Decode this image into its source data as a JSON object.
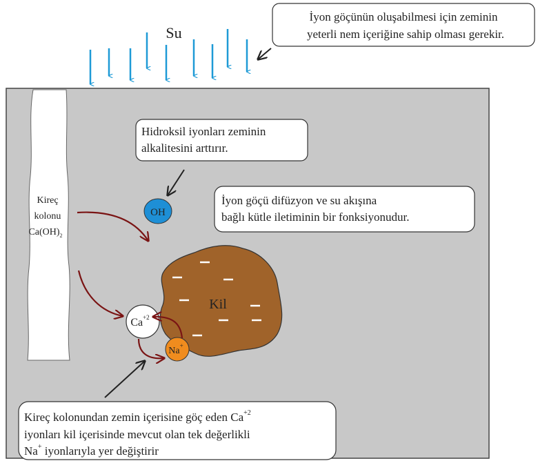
{
  "water_label": "Su",
  "callout_moisture": {
    "line1": "İyon göçünün oluşabilmesi için zeminin",
    "line2": "yeterli nem içeriğine sahip olması gerekir."
  },
  "callout_hydroxyl": {
    "line1": "Hidroksil iyonları zeminin",
    "line2": "alkalitesini arttırır."
  },
  "callout_migration": {
    "line1": "İyon göçü difüzyon ve su akışına",
    "line2": "bağlı kütle iletiminin bir fonksiyonudur."
  },
  "lime_column": {
    "line1": "Kireç",
    "line2": "kolonu",
    "line3_main": "Ca(OH)",
    "line3_sub": "2"
  },
  "oh_ion": "OH",
  "clay_label": "Kil",
  "ca_ion": {
    "symbol": "Ca",
    "charge": "+2"
  },
  "na_ion": {
    "symbol": "Na",
    "charge": "+"
  },
  "callout_exchange": {
    "line1_pre": "Kireç kolonundan zemin içerisine göç eden Ca",
    "line1_sup": "+2",
    "line2": "iyonları kil içerisinde mevcut olan tek değerlikli",
    "line3_sym": "Na",
    "line3_sup": "+",
    "line3_post": " iyonlarıyla yer değiştirir"
  },
  "colors": {
    "soil": "#c8c8c8",
    "water_arrows": "#1e9ad6",
    "clay": "#a0632a",
    "oh_ion": "#1e8fd6",
    "na_ion": "#f08c1e",
    "ion_arrows": "#7a1414"
  }
}
